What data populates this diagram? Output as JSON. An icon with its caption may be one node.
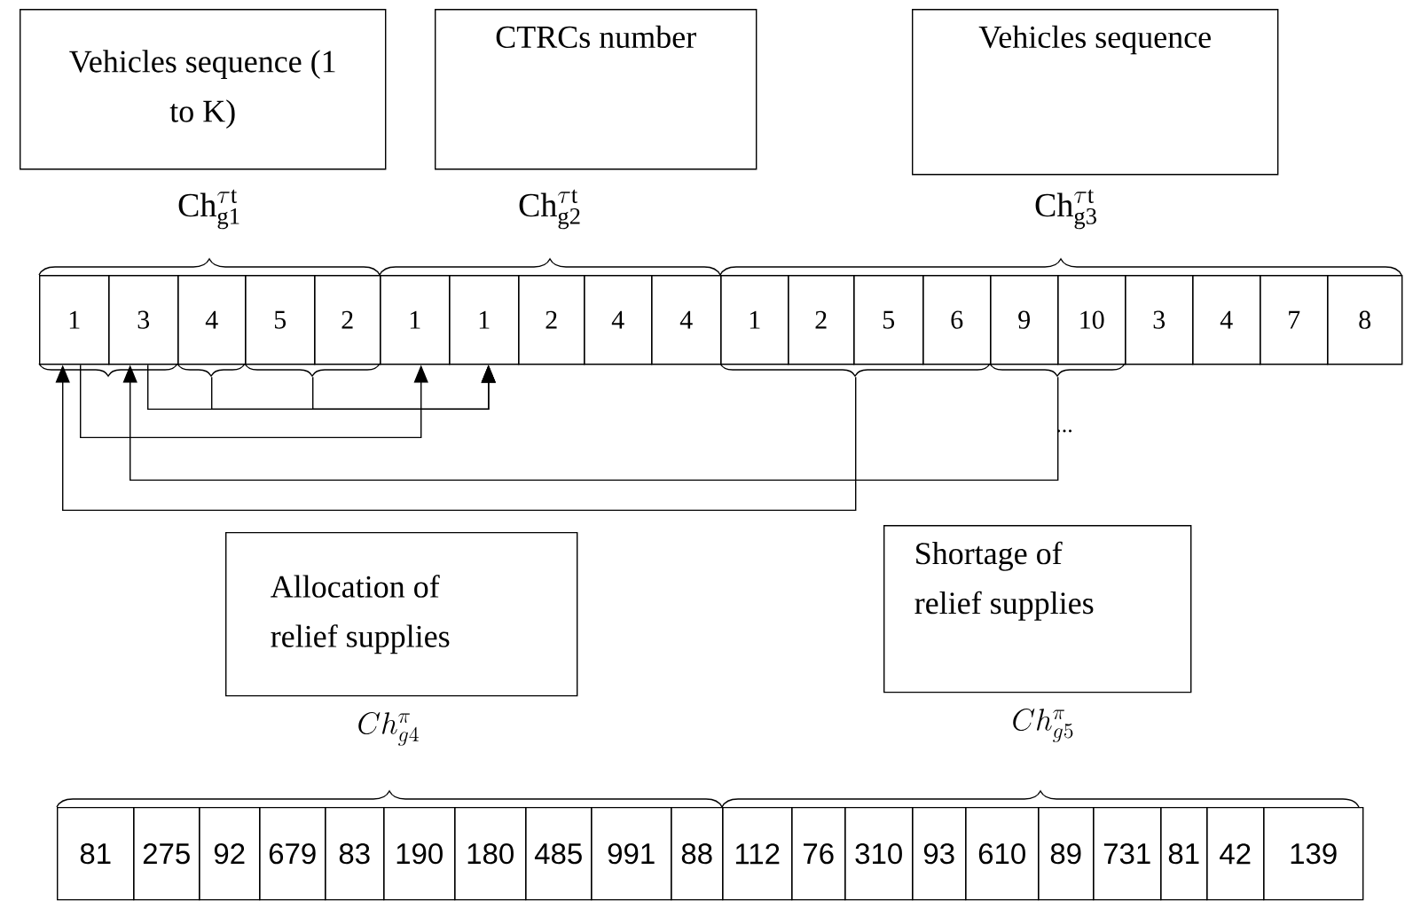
{
  "diagram": {
    "nodes": [
      {
        "text": [
          "Vehicles sequence (1 to K)"
        ]
      },
      {
        "text": [
          "CTRCs number"
        ]
      },
      {
        "text": [
          "Vehicles sequence"
        ]
      },
      {
        "text": [
          "1"
        ]
      },
      {
        "text": [
          "3"
        ]
      },
      {
        "text": [
          "4"
        ]
      },
      {
        "text": [
          "5"
        ]
      },
      {
        "text": [
          "2"
        ]
      },
      {
        "text": [
          "1"
        ]
      },
      {
        "text": [
          "1"
        ]
      },
      {
        "text": [
          "2"
        ]
      },
      {
        "text": [
          "4"
        ]
      },
      {
        "text": [
          "4"
        ]
      },
      {
        "text": [
          "1"
        ]
      },
      {
        "text": [
          "2"
        ]
      },
      {
        "text": [
          "5"
        ]
      },
      {
        "text": [
          "6"
        ]
      },
      {
        "text": [
          "9"
        ]
      },
      {
        "text": [
          "10"
        ]
      },
      {
        "text": [
          "3"
        ]
      },
      {
        "text": [
          "4"
        ]
      },
      {
        "text": [
          "7"
        ]
      },
      {
        "text": [
          "8"
        ]
      },
      {
        "text": [
          "Allocation of relief supplies"
        ]
      },
      {
        "text": [
          "Shortage of relief supplies"
        ]
      },
      {
        "text": [
          "81"
        ]
      },
      {
        "text": [
          "275"
        ]
      },
      {
        "text": [
          "92"
        ]
      },
      {
        "text": [
          "679"
        ]
      },
      {
        "text": [
          "83"
        ]
      },
      {
        "text": [
          "190"
        ]
      },
      {
        "text": [
          "180"
        ]
      },
      {
        "text": [
          "485"
        ]
      },
      {
        "text": [
          "991"
        ]
      },
      {
        "text": [
          "88"
        ]
      },
      {
        "text": [
          "112"
        ]
      },
      {
        "text": [
          "76"
        ]
      },
      {
        "text": [
          "310"
        ]
      },
      {
        "text": [
          "93"
        ]
      },
      {
        "text": [
          "610"
        ]
      },
      {
        "text": [
          "89"
        ]
      },
      {
        "text": [
          "731"
        ]
      },
      {
        "text": [
          "81"
        ]
      },
      {
        "text": [
          "42"
        ]
      },
      {
        "text": [
          "139"
        ]
      },
      {
        "text": [],
        "shape": "brace"
      },
      {
        "text": [],
        "shape": "brace"
      },
      {
        "text": [],
        "shape": "brace"
      },
      {
        "text": [],
        "shape": "brace"
      }
    ],
    "edges": [
      {
        "from": 3,
        "to": 8,
        "arrow": "to"
      },
      {
        "from": 4,
        "to": 9,
        "arrow": "to"
      },
      {
        "from": 45,
        "to": 9,
        "arrow": "to"
      },
      {
        "from": 46,
        "to": 9,
        "arrow": "to"
      },
      {
        "from": 47,
        "to": 3,
        "arrow": "to"
      },
      {
        "from": 48,
        "to": 4,
        "arrow": "to"
      }
    ],
    "labels": [
      "\\mathrm{Ch}_{\\mathrm{g1}}^{\\tau\\mathrm{t}}",
      "\\mathrm{Ch}_{\\mathrm{g2}}^{\\tau\\mathrm{t}}",
      "\\mathrm{Ch}_{\\mathrm{g3}}^{\\tau\\mathrm{t}}",
      "...",
      "Ch_{g4}^{\\pi}",
      "Ch_{g5}^{\\pi}"
    ]
  }
}
